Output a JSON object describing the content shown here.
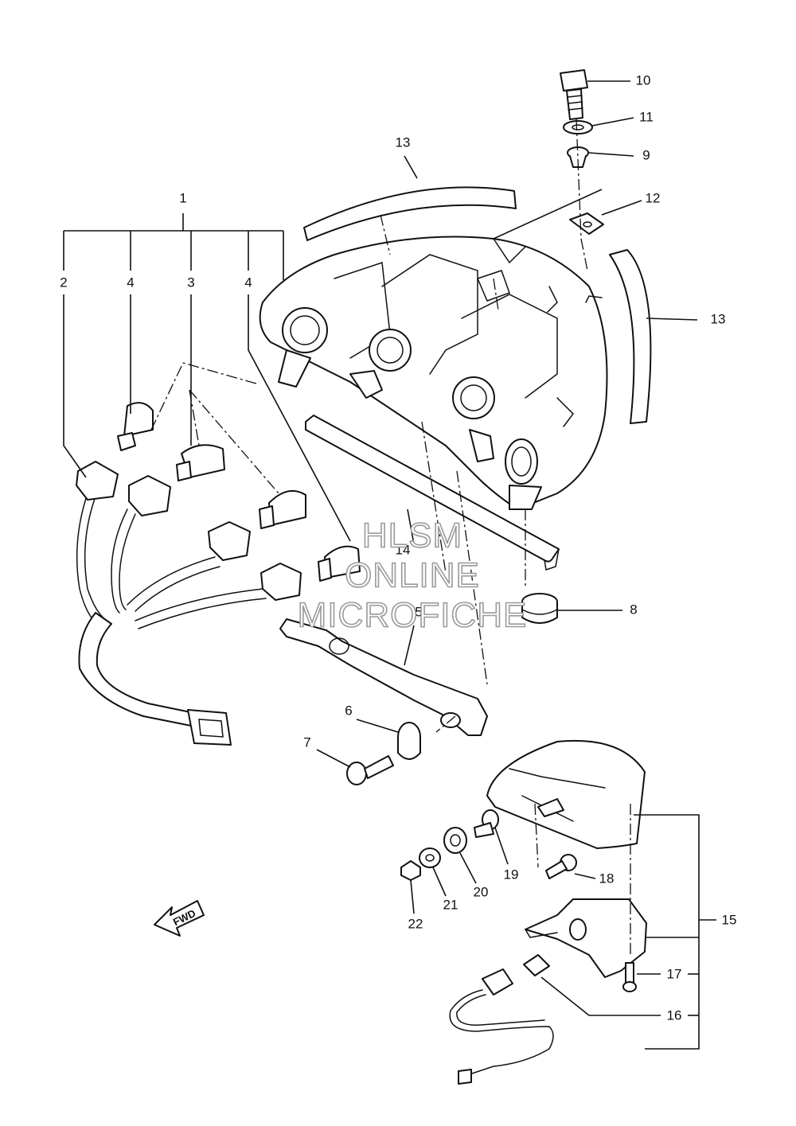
{
  "diagram": {
    "callouts": {
      "c1": "1",
      "c2": "2",
      "c3": "3",
      "c4a": "4",
      "c4b": "4",
      "c5": "5",
      "c6": "6",
      "c7": "7",
      "c8": "8",
      "c9": "9",
      "c10": "10",
      "c11": "11",
      "c12": "12",
      "c13a": "13",
      "c13b": "13",
      "c14": "14",
      "c15": "15",
      "c16": "16",
      "c17": "17",
      "c18": "18",
      "c19": "19",
      "c20": "20",
      "c21": "21",
      "c22": "22"
    },
    "direction_label": "FWD",
    "watermark": {
      "line1": "HLSM",
      "line2": "ONLINE",
      "line3": "MICROFICHE"
    },
    "colors": {
      "ink": "#111111",
      "watermark": "#9a9a9a",
      "background": "#ffffff"
    }
  }
}
